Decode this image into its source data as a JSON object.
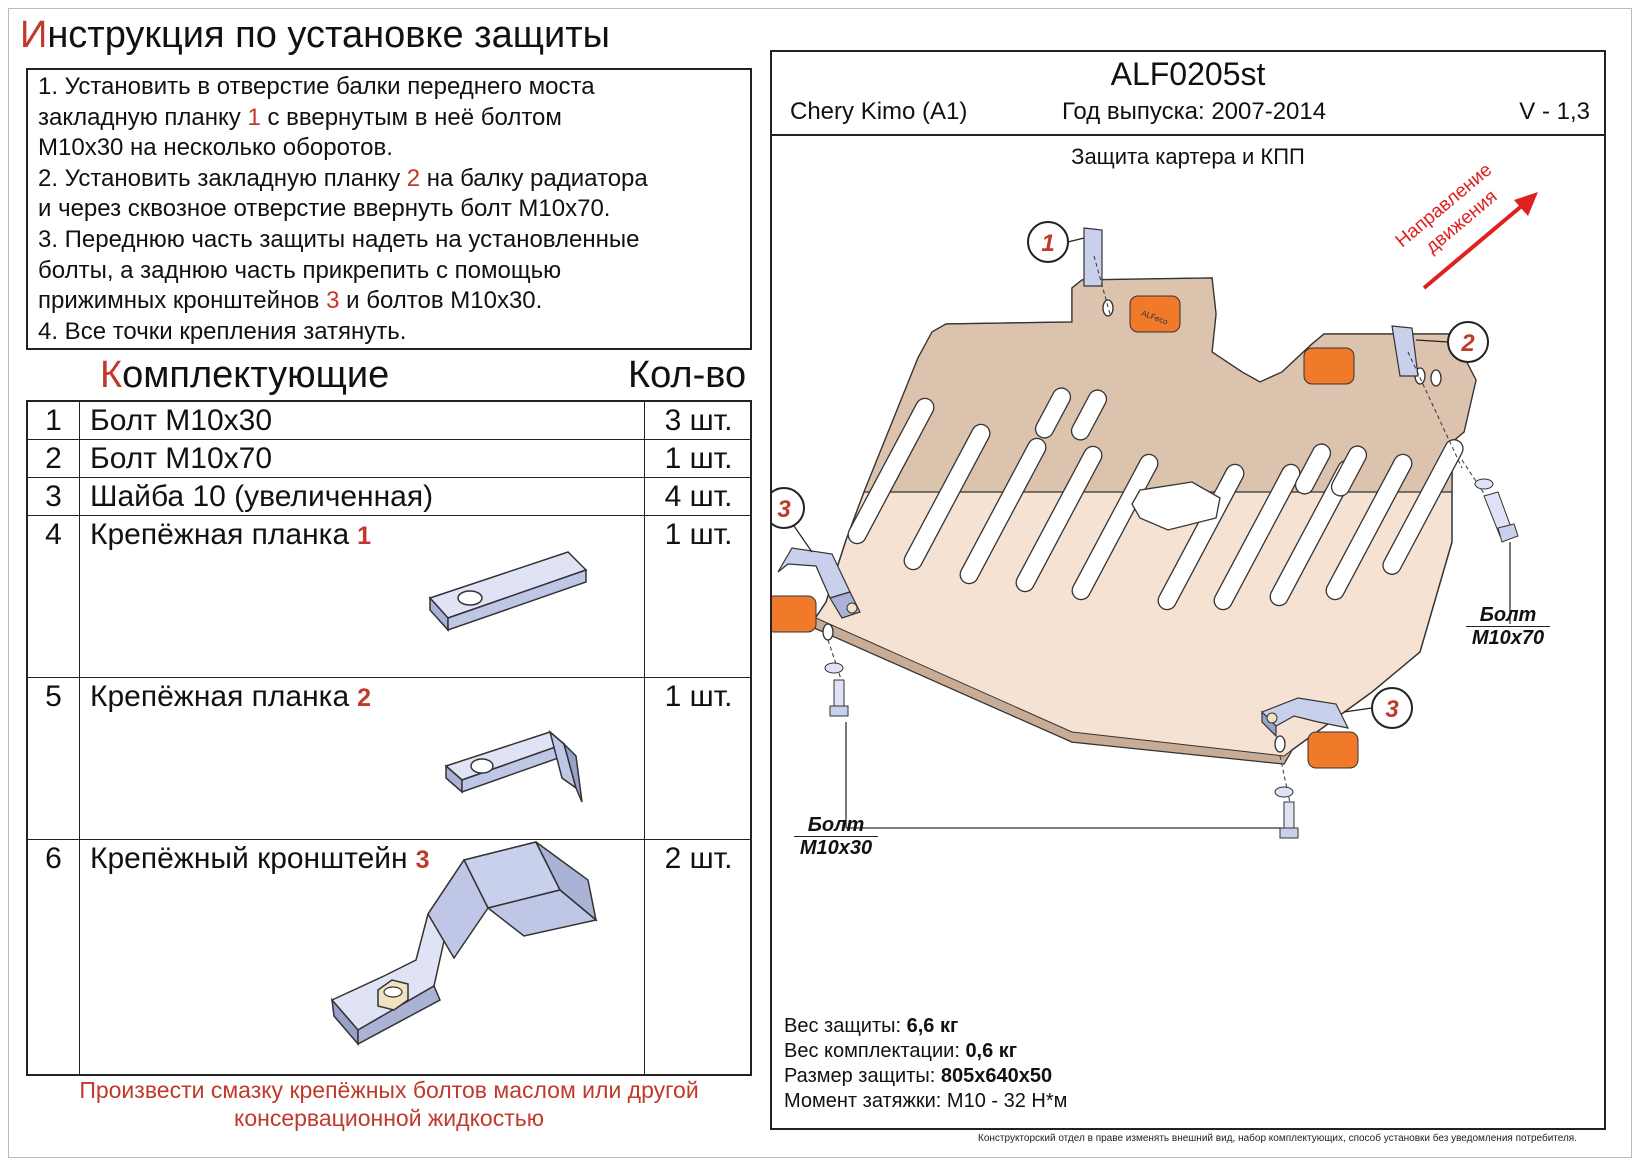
{
  "title": {
    "first_letter": "И",
    "rest": "нструкция по установке защиты"
  },
  "instructions": {
    "step1_a": "1. Установить в отверстие балки переднего моста",
    "step1_b": "закладную планку ",
    "step1_ref": "1",
    "step1_c": " с ввернутым в неё болтом",
    "step1_d": "М10х30 на несколько оборотов.",
    "step2_a": "2. Установить закладную планку ",
    "step2_ref": "2",
    "step2_b": " на балку радиатора",
    "step2_c": "и через сквозное отверстие ввернуть болт М10х70.",
    "step3_a": "3. Переднюю часть защиты надеть на установленные",
    "step3_b": "болты, а заднюю часть прикрепить с помощью",
    "step3_c": "прижимных кронштейнов ",
    "step3_ref": "3",
    "step3_d": " и болтов М10х30.",
    "step4": "4. Все точки крепления затянуть."
  },
  "components": {
    "title_first_letter": "К",
    "title_rest": "омплектующие",
    "qty_header": "Кол-во",
    "rows": [
      {
        "num": "1",
        "name": "Болт М10х30",
        "ref": "",
        "qty": "3 шт."
      },
      {
        "num": "2",
        "name": "Болт М10х70",
        "ref": "",
        "qty": "1 шт."
      },
      {
        "num": "3",
        "name": "Шайба 10 (увеличенная)",
        "ref": "",
        "qty": "4 шт."
      },
      {
        "num": "4",
        "name": "Крепёжная планка",
        "ref": "1",
        "qty": "1 шт."
      },
      {
        "num": "5",
        "name": "Крепёжная планка",
        "ref": "2",
        "qty": "1 шт."
      },
      {
        "num": "6",
        "name": "Крепёжный кронштейн",
        "ref": "3",
        "qty": "2 шт."
      }
    ]
  },
  "note": {
    "line1": "Произвести смазку крепёжных болтов маслом или другой",
    "line2": "консервационной жидкостью"
  },
  "product": {
    "code": "ALF0205st",
    "model": "Chery Kimo (A1)",
    "year": "Год выпуска: 2007-2014",
    "version": "V - 1,3",
    "drawing_title": "Защита картера и КПП",
    "direction_line1": "Направление",
    "direction_line2": "движения",
    "bolt_m10x70_top": "Болт",
    "bolt_m10x70_bottom": "М10х70",
    "bolt_m10x30_top": "Болт",
    "bolt_m10x30_bottom": "М10х30",
    "callout_1": "1",
    "callout_2": "2",
    "callout_3a": "3",
    "callout_3b": "3",
    "brand_mark": "ALFeco"
  },
  "specs": {
    "weight_label": "Вес защиты: ",
    "weight_value": "6,6 кг",
    "kit_weight_label": "Вес комплектации: ",
    "kit_weight_value": "0,6 кг",
    "size_label": "Размер защиты: ",
    "size_value": "805х640х50",
    "torque_label": "Момент затяжки: ",
    "torque_value": "М10 - 32 Н*м"
  },
  "disclaimer": "Конструкторский отдел в праве изменять внешний вид, набор комплектующих, способ установки без уведомления потребителя.",
  "colors": {
    "accent_red": "#c0392b",
    "plate_fill": "#f6e2d2",
    "plate_dark": "#d9c1ae",
    "part_fill": "#c9d0ec",
    "badge_orange": "#f07a2a"
  }
}
